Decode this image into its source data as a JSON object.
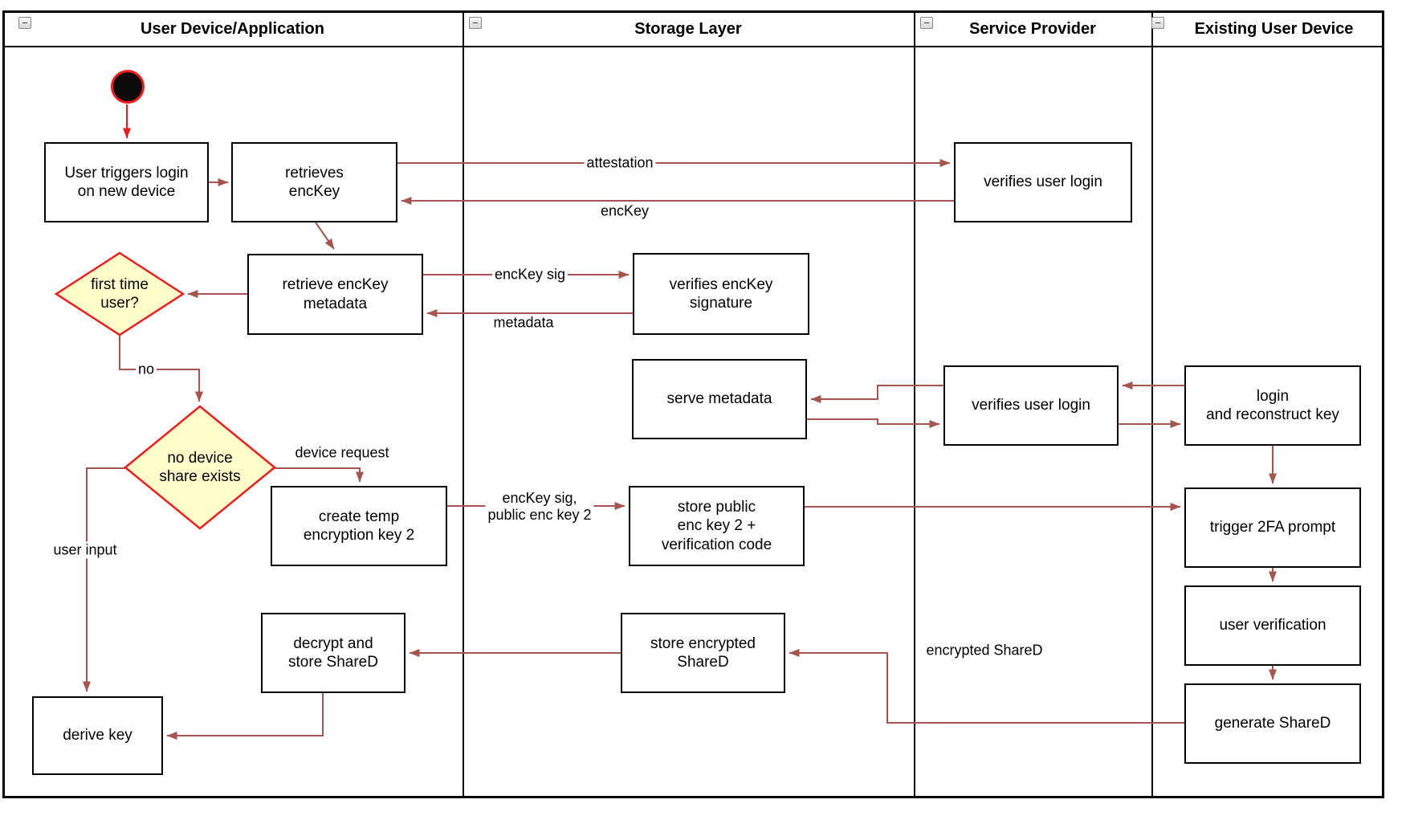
{
  "diagram_title": "swimlane activity diagram",
  "lanes": [
    {
      "title": "User Device/Application"
    },
    {
      "title": "Storage Layer"
    },
    {
      "title": "Service Provider"
    },
    {
      "title": "Existing User Device"
    }
  ],
  "icons": {
    "collapse_glyph": "−",
    "collapse_name": "collapse-minus-icon"
  },
  "colors": {
    "connector": "#a5544e",
    "highlight_red": "#ee1c1c",
    "decision_fill": "#ffffcc",
    "node_border": "#000000",
    "node_fill": "#ffffff"
  },
  "nodes": {
    "user_triggers_login": "User triggers login\non new device",
    "retrieves_enckey": "retrieves\nencKey",
    "verifies_user_login_1": "verifies user login",
    "first_time_user": "first time\nuser?",
    "retrieve_enckey_metadata": "retrieve encKey\nmetadata",
    "verifies_enckey_signature": "verifies encKey\nsignature",
    "serve_metadata": "serve metadata",
    "verifies_user_login_2": "verifies user login",
    "login_and_reconstruct_key": "login\nand reconstruct key",
    "no_device_share_exists": "no device\nshare exists",
    "create_temp_encryption_key_2": "create temp\nencryption key 2",
    "store_public_enc_key_2": "store public\nenc key 2 +\nverification code",
    "trigger_2fa_prompt": "trigger 2FA prompt",
    "user_verification": "user verification",
    "generate_shared": "generate ShareD",
    "decrypt_and_store_shared": "decrypt and\nstore ShareD",
    "store_encrypted_shared": "store encrypted\nShareD",
    "derive_key": "derive key"
  },
  "edge_labels": {
    "attestation": "attestation",
    "enckey": "encKey",
    "enckey_sig": "encKey sig",
    "metadata": "metadata",
    "no": "no",
    "device_request": "device request",
    "user_input": "user input",
    "enckey_sig_public": "encKey sig,\npublic enc key 2",
    "encrypted_shared": "encrypted ShareD"
  }
}
